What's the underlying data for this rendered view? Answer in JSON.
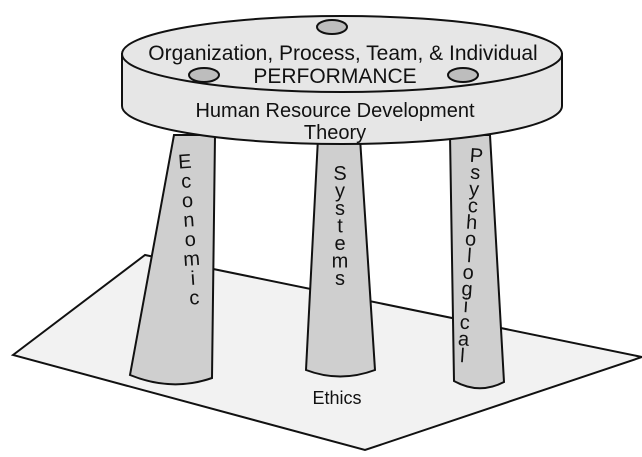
{
  "stool": {
    "seat_top_line1": "Organization, Process, Team, & Individual",
    "seat_top_line2": "PERFORMANCE",
    "seat_band_line1": "Human Resource Development",
    "seat_band_line2": "Theory"
  },
  "legs": {
    "left": "Economic",
    "middle": "Systems",
    "right": "Psychological"
  },
  "base": {
    "label": "Ethics"
  },
  "colors": {
    "outline": "#111111",
    "seat_fill": "#e6e6e6",
    "leg_fill": "#cfcfcf",
    "base_fill": "#f2f2f2",
    "hole_fill": "#bdbdbd"
  }
}
